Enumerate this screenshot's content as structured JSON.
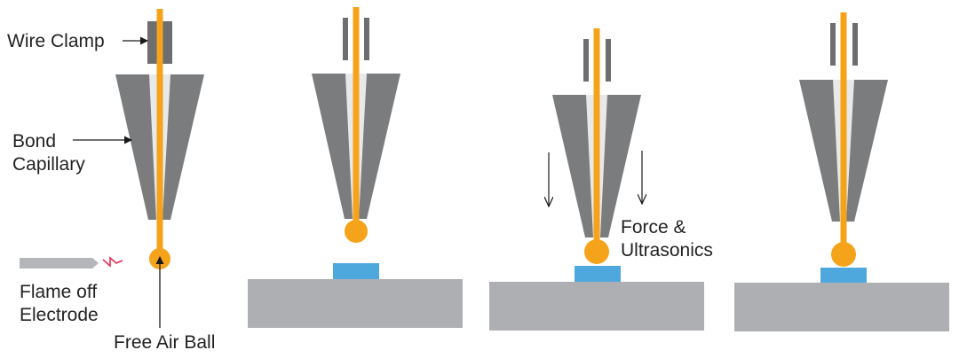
{
  "labels": {
    "wire_clamp": "Wire Clamp",
    "bond": "Bond",
    "capillary": "Capillary",
    "flame_off": "Flame off",
    "electrode": "Electrode",
    "free_air_ball": "Free Air Ball",
    "force": "Force &",
    "ultrasonics": "Ultrasonics"
  },
  "colors": {
    "wire": "#f5a31a",
    "capillary": "#7b7c7e",
    "capillary_bore": "#e9e9ea",
    "clamp": "#6d6e70",
    "substrate": "#aeafb2",
    "bond_pad": "#4ea8de",
    "electrode": "#b5b6b9",
    "spark": "#ec2b52",
    "arrow": "#1a1a1a"
  }
}
